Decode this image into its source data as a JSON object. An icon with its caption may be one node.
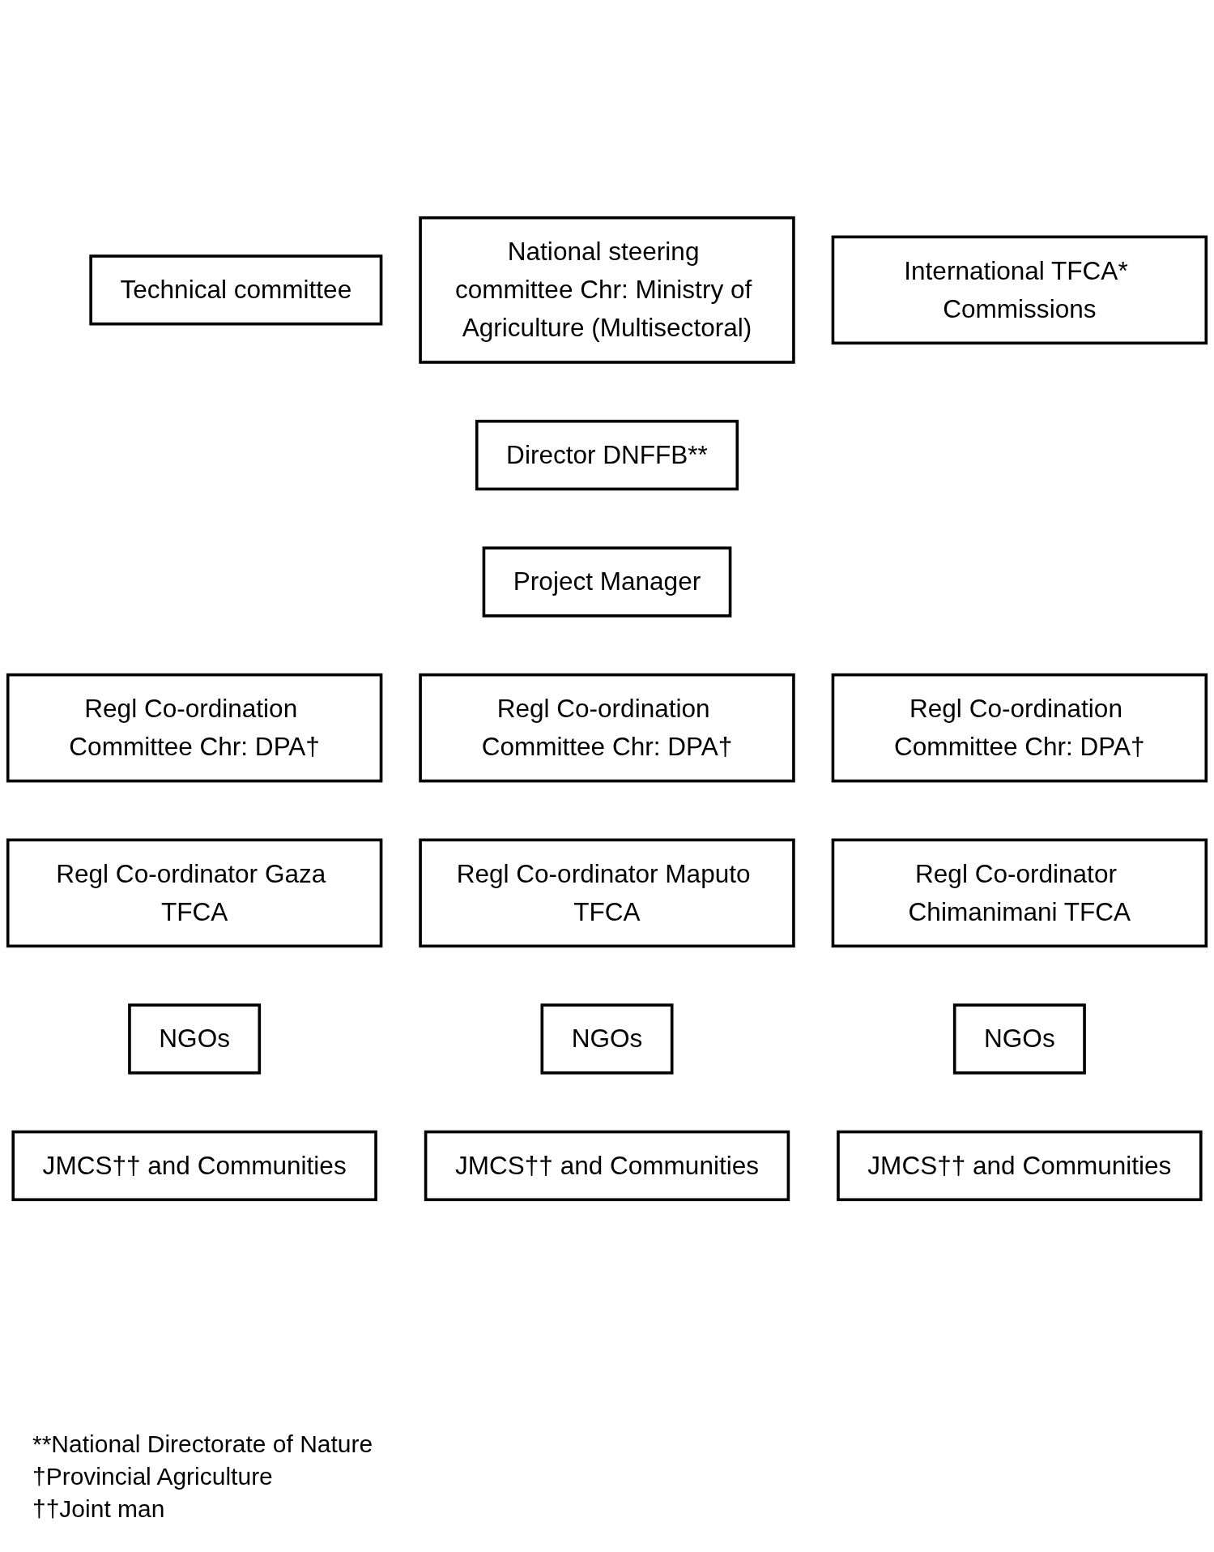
{
  "diagram": {
    "nodes": [
      {
        "text": [
          "Technical committee"
        ]
      },
      {
        "text": [
          "National steering committee Chr: Ministry of Agriculture (Multisectoral)"
        ]
      },
      {
        "text": [
          "International TFCA* Commissions"
        ]
      },
      {
        "text": [
          "Director DNFFB**"
        ]
      },
      {
        "text": [
          "Project Manager"
        ]
      },
      {
        "text": [
          "Regl Co-ordination Committee Chr: DPA†"
        ]
      },
      {
        "text": [
          "Regl Co-ordination Committee Chr: DPA†"
        ]
      },
      {
        "text": [
          "Regl Co-ordination Committee Chr: DPA†"
        ]
      },
      {
        "text": [
          "Regl Co-ordinator Gaza TFCA"
        ]
      },
      {
        "text": [
          "Regl Co-ordinator Maputo TFCA"
        ]
      },
      {
        "text": [
          "Regl Co-ordinator Chimanimani TFCA"
        ]
      },
      {
        "text": [
          "NGOs"
        ]
      },
      {
        "text": [
          "NGOs"
        ]
      },
      {
        "text": [
          "NGOs"
        ]
      },
      {
        "text": [
          "JMCS†† and Communities"
        ]
      },
      {
        "text": [
          "JMCS†† and Communities"
        ]
      },
      {
        "text": [
          "JMCS†† and Communities"
        ]
      }
    ],
    "labels": [
      "**National Directorate of Nature",
      "†Provincial Agriculture",
      "††Joint man"
    ]
  }
}
